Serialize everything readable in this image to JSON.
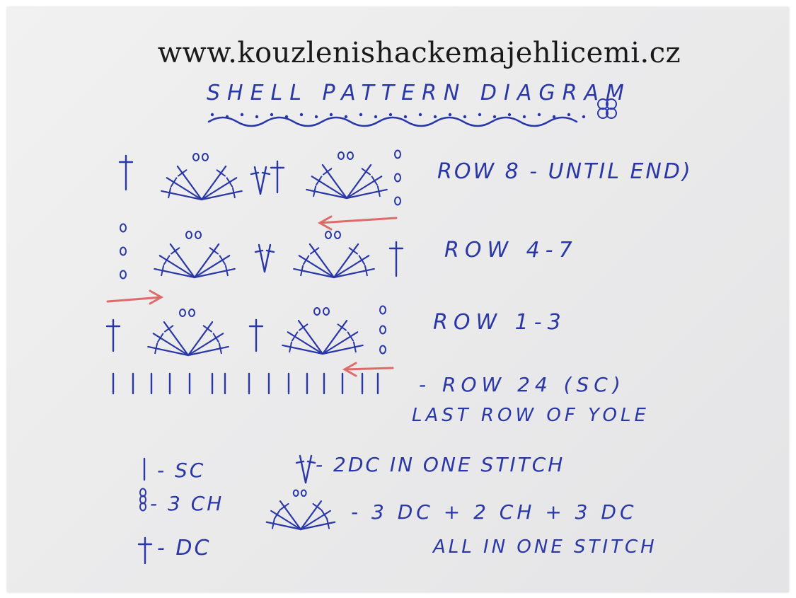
{
  "header": {
    "url": "www.kouzlenishackemajehlicemi.cz",
    "title": "SHELL PATTERN DIAGRAM"
  },
  "rows": [
    {
      "label": "ROW 8 - UNTIL END)"
    },
    {
      "label": "ROW 4-7"
    },
    {
      "label": "ROW 1-3"
    },
    {
      "label": "- ROW 24 (SC)"
    },
    {
      "label": "LAST ROW OF YOLE"
    }
  ],
  "legend": {
    "sc": "- SC",
    "ch": "- 3 CH",
    "dc": "- DC",
    "v_stitch": "- 2DC IN ONE STITCH",
    "shell": "- 3 DC + 2 CH + 3 DC",
    "shell_note": "ALL IN ONE STITCH"
  },
  "colors": {
    "ink": "#2a37a6",
    "arrow": "#e06a6a",
    "paper": "#ececed",
    "url_text": "#1a1a1a"
  }
}
